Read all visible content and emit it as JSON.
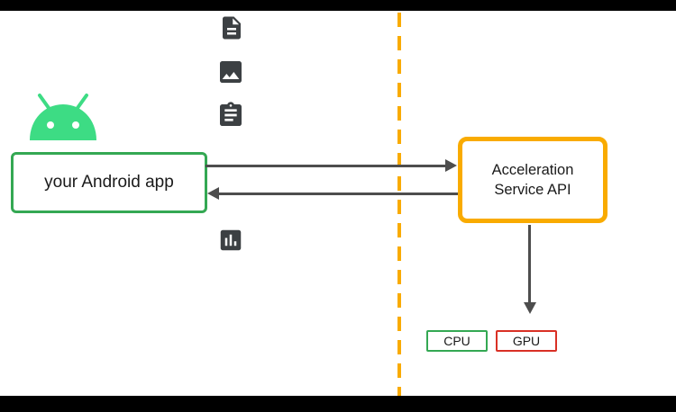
{
  "diagram": {
    "android_app": {
      "label": "your Android app"
    },
    "acceleration_service": {
      "label": "Acceleration Service API"
    },
    "processors": [
      {
        "label": "CPU"
      },
      {
        "label": "GPU"
      }
    ],
    "icons": [
      {
        "name": "document-icon"
      },
      {
        "name": "image-icon"
      },
      {
        "name": "clipboard-icon"
      },
      {
        "name": "bar-chart-icon"
      },
      {
        "name": "android-robot-icon"
      }
    ],
    "colors": {
      "android_green": "#3DDC84",
      "app_box_green": "#34A853",
      "service_orange": "#F9AB00",
      "divider_orange": "#F9AB00",
      "arrow_gray": "#4D4D4D",
      "icon_gray": "#3C4043",
      "cpu_border_green": "#34A853",
      "gpu_border_red": "#D93025",
      "background": "#FFFFFF",
      "letterbox": "#000000"
    }
  }
}
